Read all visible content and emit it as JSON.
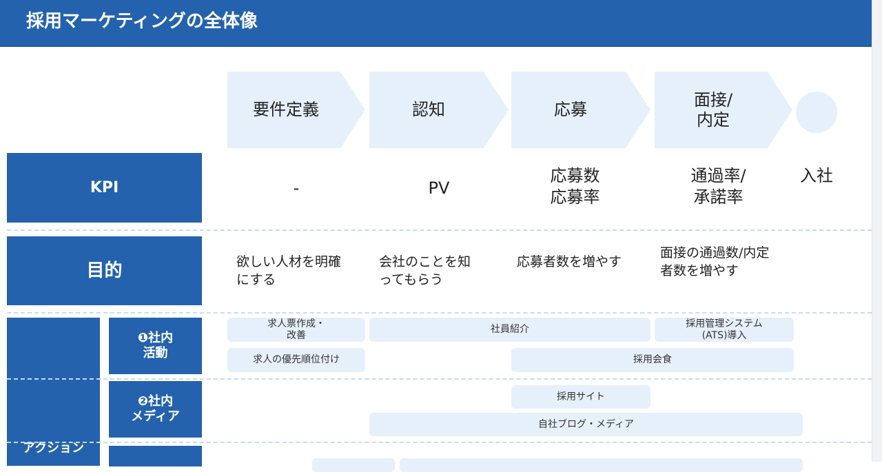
{
  "title": "採用マーケティングの全体像",
  "stages": [
    "要件定義",
    "認知",
    "応募",
    "面接/\n内定"
  ],
  "kpi": {
    "label": "KPI",
    "values": [
      "-",
      "PV",
      "応募数\n応募率",
      "通過率/\n承諾率",
      "入社"
    ]
  },
  "goal": {
    "label": "目的",
    "values": [
      "欲しい人材を明確にする",
      "会社のことを知ってもらう",
      "応募者数を増やす",
      "面接の通過数/内定者数を増やす"
    ]
  },
  "action": {
    "label": "アクション",
    "groups": [
      "❶社内\n活動",
      "❷社内\nメディア"
    ],
    "pills": [
      "求人票作成・\n改善",
      "社員紹介",
      "採用管理システム\n(ATS)導入",
      "求人の優先順位付け",
      "採用会食",
      "採用サイト",
      "自社ブログ・メディア"
    ]
  },
  "colors": {
    "primary": "#2462ae",
    "light": "#e6f0fa"
  }
}
